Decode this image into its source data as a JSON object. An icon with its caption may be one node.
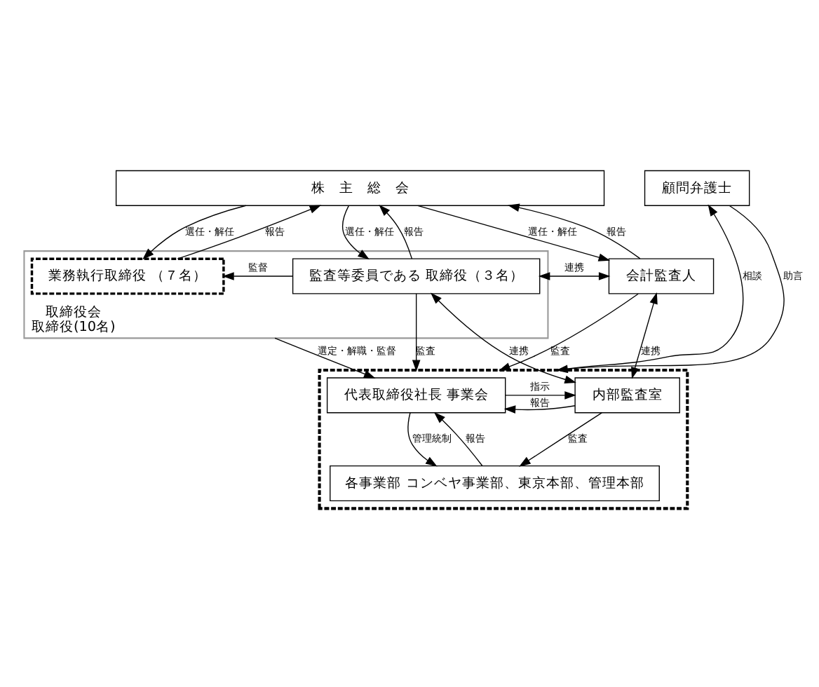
{
  "diagram": {
    "nodes": [
      {
        "text": [
          "株　主　総　会"
        ]
      },
      {
        "text": [
          "取締役会",
          "取締役(10名)"
        ]
      },
      {
        "text": [
          "業務執行取締役 （７名）"
        ],
        "in": 1
      },
      {
        "text": [
          "監査等委員である 取締役（３名）"
        ],
        "in": 1
      },
      {
        "text": [
          "会計監査人"
        ]
      },
      {
        "text": [],
        "shape": "box"
      },
      {
        "text": [
          "代表取締役社長 事業会"
        ],
        "in": 5
      },
      {
        "text": [
          "内部監査室"
        ],
        "in": 5
      },
      {
        "text": [
          "各事業部 コンベヤ事業部、東京本部、管理本部"
        ],
        "in": 5
      },
      {
        "text": [
          "顧問弁護士"
        ]
      }
    ],
    "edges": [
      {
        "from": 0,
        "to": 2,
        "arrow": "to",
        "label": "選任・解任"
      },
      {
        "from": 2,
        "to": 0,
        "arrow": "to",
        "label": "報告"
      },
      {
        "from": 0,
        "to": 3,
        "arrow": "to",
        "label": "選任・解任"
      },
      {
        "from": 3,
        "to": 0,
        "arrow": "to",
        "label": "報告"
      },
      {
        "from": 0,
        "to": 4,
        "arrow": "to",
        "label": "選任・解任"
      },
      {
        "from": 4,
        "to": 0,
        "arrow": "to",
        "label": "報告"
      },
      {
        "from": 3,
        "to": 2,
        "arrow": "to",
        "label": "監督"
      },
      {
        "from": 3,
        "to": 4,
        "arrow": "both",
        "label": "連携"
      },
      {
        "from": 1,
        "to": 6,
        "arrow": "to",
        "label": "選定・解職・監督"
      },
      {
        "from": 3,
        "to": 7,
        "arrow": "both",
        "label": "連携"
      },
      {
        "from": 3,
        "to": 5,
        "arrow": "to",
        "label": "監査"
      },
      {
        "from": 4,
        "to": 5,
        "arrow": "to",
        "label": "監査"
      },
      {
        "from": 7,
        "to": 4,
        "arrow": "both",
        "label": "連携"
      },
      {
        "from": 6,
        "to": 7,
        "arrow": "to",
        "label": "指示"
      },
      {
        "from": 7,
        "to": 6,
        "arrow": "to",
        "label": "報告"
      },
      {
        "from": 6,
        "to": 8,
        "arrow": "to",
        "label": "管理統制"
      },
      {
        "from": 8,
        "to": 6,
        "arrow": "to",
        "label": "報告"
      },
      {
        "from": 7,
        "to": 8,
        "arrow": "to",
        "label": "監査"
      },
      {
        "from": 5,
        "to": 9,
        "arrow": "to",
        "label": "相談"
      },
      {
        "from": 9,
        "to": 5,
        "arrow": "to",
        "label": "助言"
      }
    ]
  }
}
